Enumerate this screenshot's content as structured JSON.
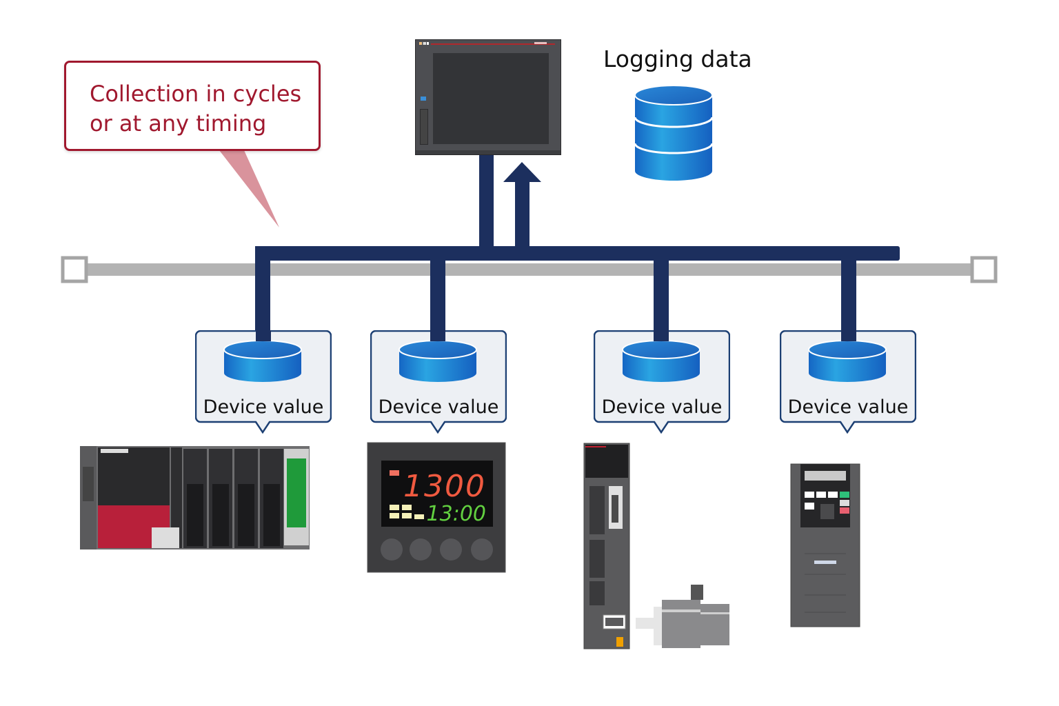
{
  "diagram": {
    "callout": {
      "text": "Collection in cycles\nor at any timing",
      "color": "#a0182e",
      "pointer_color": "#d9939c"
    },
    "logger": {
      "device": "hmi-panel",
      "label": "Logging data",
      "icon": "database-icon"
    },
    "network": {
      "bus_color": "#1c2f5e",
      "line_color": "#b3b3b3",
      "arrow_direction": "up"
    },
    "devices": [
      {
        "id": "plc",
        "name": "PLC rack",
        "bubble_label": "Device value",
        "icon": "database-icon"
      },
      {
        "id": "temp-controller",
        "name": "Temperature controller",
        "bubble_label": "Device value",
        "icon": "database-icon",
        "display": {
          "process_value": "1300",
          "set_value": "13:00"
        }
      },
      {
        "id": "servo",
        "name": "Servo amplifier and motor",
        "bubble_label": "Device value",
        "icon": "database-icon"
      },
      {
        "id": "inverter",
        "name": "Inverter",
        "bubble_label": "Device value",
        "icon": "database-icon"
      }
    ],
    "colors": {
      "db_blue": "#1a78d0",
      "db_light": "#2aa0e0",
      "bubble_bg": "#edf0f4",
      "bubble_border": "#1c3f73"
    }
  }
}
